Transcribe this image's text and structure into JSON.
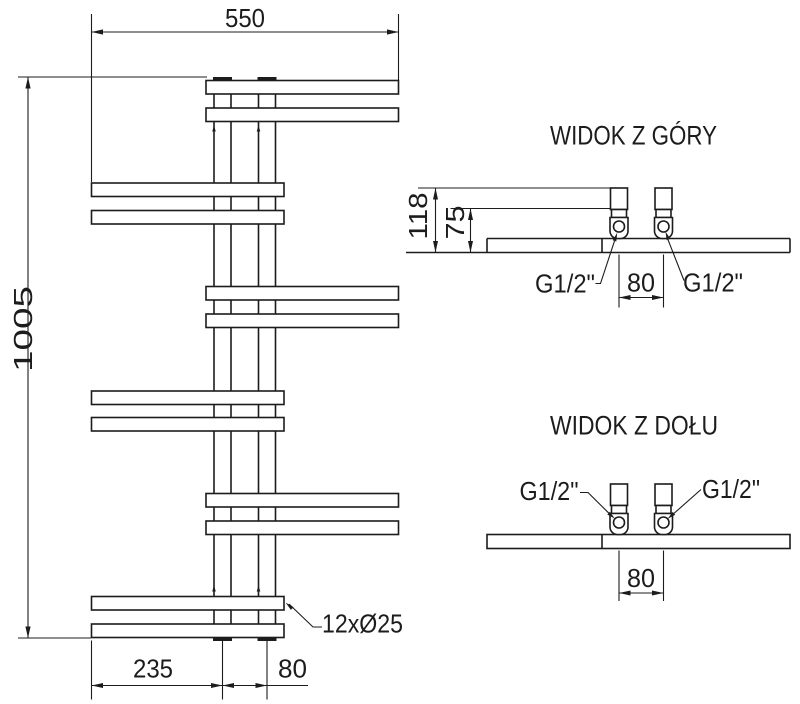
{
  "front_view": {
    "dim_width": "550",
    "dim_height": "1005",
    "dim_tube1_offset": "235",
    "dim_tube_spacing": "80",
    "tubes_label": "12xØ25"
  },
  "top_view": {
    "title": "WIDOK Z GÓRY",
    "dim_depth": "118",
    "dim_axis_depth": "75",
    "dim_connection_spacing": "80",
    "thread_left": "G1/2\"",
    "thread_right": "G1/2\""
  },
  "bottom_view": {
    "title": "WIDOK Z DOŁU",
    "dim_connection_spacing": "80",
    "thread_left": "G1/2\"",
    "thread_right": "G1/2\""
  },
  "colors": {
    "line": "#1c1c1c",
    "background": "#ffffff"
  }
}
